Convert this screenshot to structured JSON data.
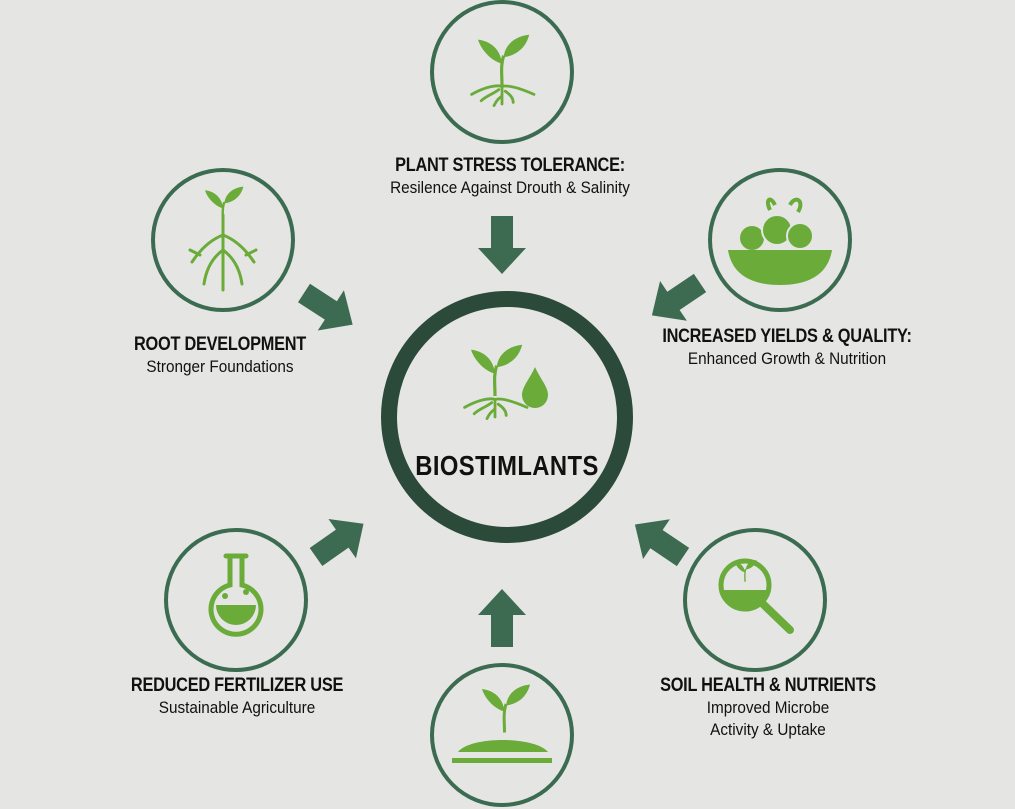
{
  "center": {
    "title": "BIOSTIMLANTS",
    "icon": "sprout-with-droplet-icon"
  },
  "benefits": [
    {
      "id": "stress",
      "title": "PLANT STRESS TOLERANCE:",
      "subtitle": "Resilence Against Drouth & Salinity",
      "icon": "sprout-roots-icon"
    },
    {
      "id": "root",
      "title": "ROOT DEVELOPMENT",
      "subtitle": "Stronger Foundations",
      "icon": "root-system-icon"
    },
    {
      "id": "yields",
      "title": "INCREASED YIELDS & QUALITY:",
      "subtitle": "Enhanced Growth & Nutrition",
      "icon": "produce-bowl-icon"
    },
    {
      "id": "fertilizer",
      "title": "REDUCED FERTILIZER USE",
      "subtitle": "Sustainable Agriculture",
      "icon": "flask-icon"
    },
    {
      "id": "soil",
      "title": "SOIL HEALTH & NUTRIENTS",
      "subtitle": "Improved Microbe",
      "subtitle2": "Activity & Uptake",
      "icon": "magnifier-soil-icon"
    },
    {
      "id": "bottom",
      "icon": "sprout-soil-icon"
    }
  ],
  "colors": {
    "background": "#e5e5e3",
    "ring": "#2c4a3a",
    "circle": "#3b6b50",
    "icon": "#6aab3a",
    "arrow": "#3d6b52"
  }
}
